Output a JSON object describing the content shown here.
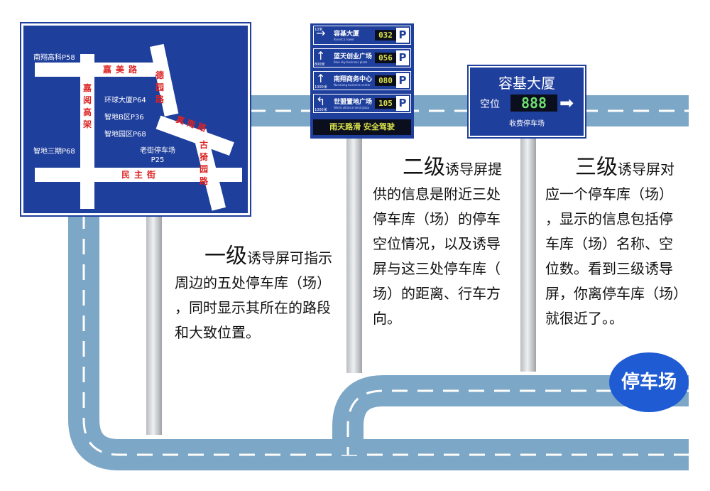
{
  "sign1": {
    "streets": {
      "jiamei": [
        "嘉",
        "美",
        "路"
      ],
      "jiayuegaojia": [
        "嘉",
        "阅",
        "高",
        "架"
      ],
      "deyuan": [
        "德",
        "园",
        "路"
      ],
      "zhennan": [
        "真",
        "南",
        "路"
      ],
      "guyi": [
        "古",
        "猗",
        "园",
        "路"
      ],
      "minzhu": [
        "民",
        "主",
        "街"
      ]
    },
    "parking": {
      "nanxiang": "南翔高科P58",
      "huanqiu": "环球大厦P64",
      "zhidi_b": "智地B区P36",
      "zhidi_garden": "智地园区P68",
      "zhidi_3": "智地三期P68",
      "laojie_line1": "老街停车场",
      "laojie_line2": "P25"
    }
  },
  "sign2": {
    "rows": [
      {
        "distance": "10米",
        "arrow": "→",
        "name": "容基大厦",
        "en": "Parent Ji tower",
        "spaces": "032",
        "p": "P"
      },
      {
        "distance": "800米",
        "arrow": "↑",
        "name": "蓝天创业广场",
        "en": "Blue sky business plaza",
        "spaces": "056",
        "p": "P"
      },
      {
        "distance": "1000米",
        "arrow": "↑",
        "name": "南翔商务中心",
        "en": "Nanxiang business center",
        "spaces": "080",
        "p": "P"
      },
      {
        "distance": "1000米",
        "arrow": "↰",
        "name": "世盟置地广场",
        "en": "World alliance land plaza",
        "spaces": "105",
        "p": "P"
      }
    ],
    "warning": "雨天路滑 安全驾驶"
  },
  "sign3": {
    "title": "容基大厦",
    "label": "空位",
    "spaces": "888",
    "arrow": "➡",
    "subtitle": "收费停车场"
  },
  "text1": {
    "big": "一级",
    "rest": "诱导屏可指示",
    "lines": [
      "周边的五处停车库（场）",
      "，同时显示其所在的路段",
      "和大致位置。"
    ]
  },
  "text2": {
    "big": "二级",
    "rest": "诱导屏提",
    "lines": [
      "供的信息是附近三处",
      "停车库（场）的停车",
      "空位情况，以及诱导",
      "屏与这三处停车库（",
      "场）的距离、行车方",
      "向。"
    ]
  },
  "text3": {
    "big": "三级",
    "rest": "诱导屏对",
    "lines": [
      "应一个停车库（场）",
      "，显示的信息包括停",
      "车库（场）名称、空",
      "位数。看到三级诱导",
      "屏，你离停车库（场）",
      "就很近了。。"
    ]
  },
  "badge": "停车场",
  "colors": {
    "road": "#7da7c6",
    "sign": "#1f3f9c",
    "badge": "#1f5bd3"
  }
}
